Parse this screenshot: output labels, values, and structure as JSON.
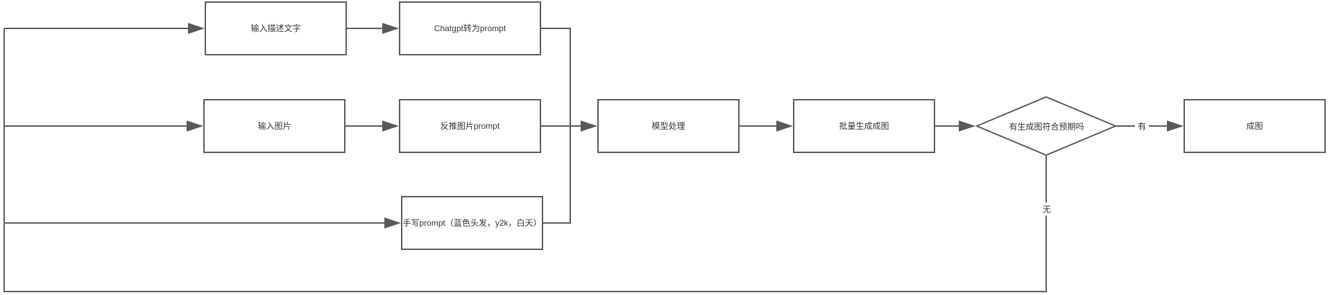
{
  "diagram": {
    "type": "flowchart",
    "colors": {
      "line": "#595959",
      "node_border": "#595959",
      "node_fill": "#ffffff",
      "text": "#333333",
      "background": "#ffffff"
    },
    "nodes": [
      {
        "id": "input-text",
        "shape": "rect",
        "label": "输入描述文字"
      },
      {
        "id": "chatgpt-to-prompt",
        "shape": "rect",
        "label": "Chatgpt转为prompt"
      },
      {
        "id": "input-image",
        "shape": "rect",
        "label": "输入图片"
      },
      {
        "id": "reverse-image-prompt",
        "shape": "rect",
        "label": "反推图片prompt"
      },
      {
        "id": "handwritten-prompt",
        "shape": "rect",
        "label": "手写prompt（蓝色头发，y2k，白天）"
      },
      {
        "id": "model-processing",
        "shape": "rect",
        "label": "模型处理"
      },
      {
        "id": "batch-generate",
        "shape": "rect",
        "label": "批量生成成图"
      },
      {
        "id": "decision-meets-expectation",
        "shape": "diamond",
        "label": "有生成图符合预期吗"
      },
      {
        "id": "final-image",
        "shape": "rect",
        "label": "成图"
      }
    ],
    "edge_labels": {
      "yes": "有",
      "no": "无"
    },
    "edges": [
      {
        "from": "input-text",
        "to": "chatgpt-to-prompt",
        "label": ""
      },
      {
        "from": "chatgpt-to-prompt",
        "to": "model-processing",
        "label": ""
      },
      {
        "from": "input-image",
        "to": "reverse-image-prompt",
        "label": ""
      },
      {
        "from": "reverse-image-prompt",
        "to": "model-processing",
        "label": ""
      },
      {
        "from": "handwritten-prompt",
        "to": "model-processing",
        "label": ""
      },
      {
        "from": "model-processing",
        "to": "batch-generate",
        "label": ""
      },
      {
        "from": "batch-generate",
        "to": "decision-meets-expectation",
        "label": ""
      },
      {
        "from": "decision-meets-expectation",
        "to": "final-image",
        "label": "有"
      },
      {
        "from": "decision-meets-expectation",
        "to": "input-text",
        "label": "无"
      },
      {
        "from": "decision-meets-expectation",
        "to": "input-image",
        "label": "无"
      },
      {
        "from": "decision-meets-expectation",
        "to": "handwritten-prompt",
        "label": "无"
      }
    ]
  }
}
